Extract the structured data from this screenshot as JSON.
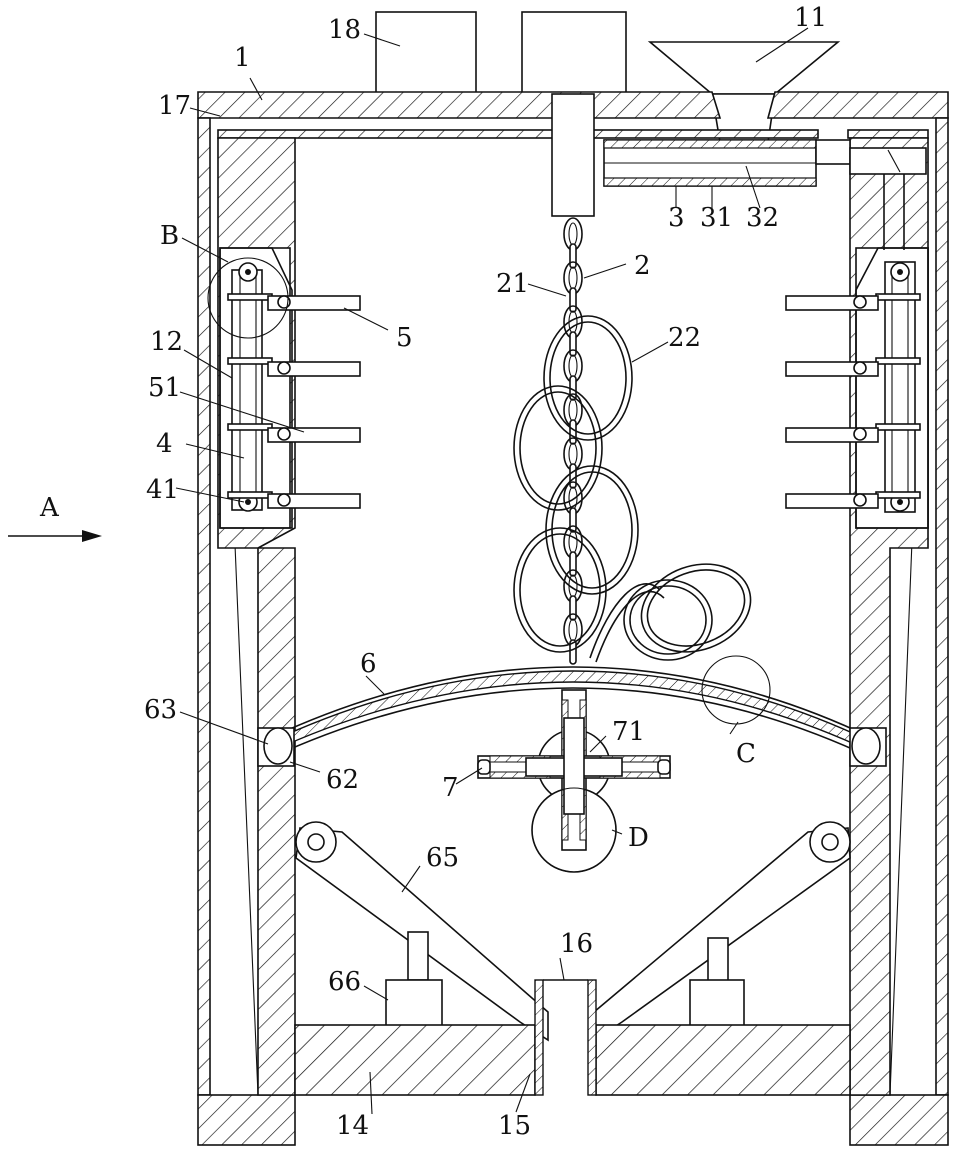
{
  "figure": {
    "direction_label": "A",
    "labels": {
      "l1": "1",
      "l2": "2",
      "l3": "3",
      "l4": "4",
      "l5": "5",
      "l6": "6",
      "l7": "7",
      "l11": "11",
      "l12": "12",
      "l14": "14",
      "l15": "15",
      "l16": "16",
      "l17": "17",
      "l18": "18",
      "l21": "21",
      "l22": "22",
      "l31": "31",
      "l32": "32",
      "l41": "41",
      "l51": "51",
      "l62": "62",
      "l63": "63",
      "l65": "65",
      "l66": "66",
      "l71": "71",
      "lB": "B",
      "lC": "C",
      "lD": "D"
    }
  }
}
